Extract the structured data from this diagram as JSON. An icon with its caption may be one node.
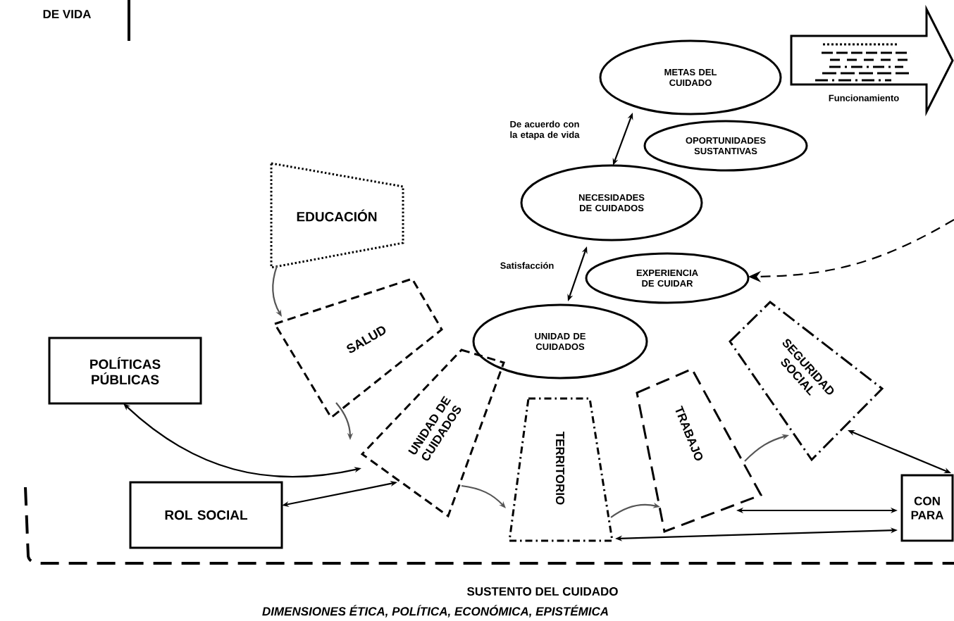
{
  "diagram": {
    "nodes": [
      {
        "text": [
          "METAS DEL CUIDADO"
        ]
      },
      {
        "text": [
          "Funcionamiento"
        ]
      },
      {
        "text": [
          "OPORTUNIDADES SUSTANTIVAS"
        ]
      },
      {
        "text": [
          "NECESIDADES DE CUIDADOS"
        ]
      },
      {
        "text": [
          "EXPERIENCIA DE CUIDAR"
        ]
      },
      {
        "text": [
          "UNIDAD DE CUIDADOS"
        ]
      },
      {
        "text": [
          "EDUCACIÓN"
        ]
      },
      {
        "text": [
          "SALUD"
        ]
      },
      {
        "text": [
          "UNIDAD DE CUIDADOS"
        ]
      },
      {
        "text": [
          "TERRITORIO"
        ]
      },
      {
        "text": [
          "TRABAJO"
        ]
      },
      {
        "text": [
          "SEGURIDAD SOCIAL"
        ]
      },
      {
        "text": [
          "POLÍTICAS PÚBLICAS"
        ]
      },
      {
        "text": [
          "ROL SOCIAL"
        ]
      },
      {
        "text": [
          "CON PARA"
        ]
      }
    ],
    "edges": [
      {
        "from": 3,
        "to": 0,
        "arrow": "both",
        "label": "De acuerdo con la etapa de vida"
      },
      {
        "from": 5,
        "to": 3,
        "arrow": "both",
        "label": "Satisfacción"
      },
      {
        "from": null,
        "to": 4,
        "arrow": "to",
        "style": "dashed"
      },
      {
        "from": 6,
        "to": 7,
        "arrow": "to",
        "color": "#555555"
      },
      {
        "from": 7,
        "to": 8,
        "arrow": "to",
        "color": "#555555"
      },
      {
        "from": 8,
        "to": 9,
        "arrow": "to",
        "color": "#555555"
      },
      {
        "from": 9,
        "to": 10,
        "arrow": "to",
        "color": "#555555"
      },
      {
        "from": 10,
        "to": 11,
        "arrow": "to",
        "color": "#555555"
      },
      {
        "from": 12,
        "to": 8,
        "arrow": "both"
      },
      {
        "from": 13,
        "to": 8,
        "arrow": "both"
      },
      {
        "from": 11,
        "to": 14,
        "arrow": "both"
      },
      {
        "from": 10,
        "to": 14,
        "arrow": "both"
      },
      {
        "from": 9,
        "to": 14,
        "arrow": "both"
      }
    ],
    "labels": [
      "DE VIDA",
      "SUSTENTO DEL CUIDADO",
      "DIMENSIONES ÉTICA, POLÍTICA, ECONÓMICA, EPISTÉMICA"
    ]
  }
}
